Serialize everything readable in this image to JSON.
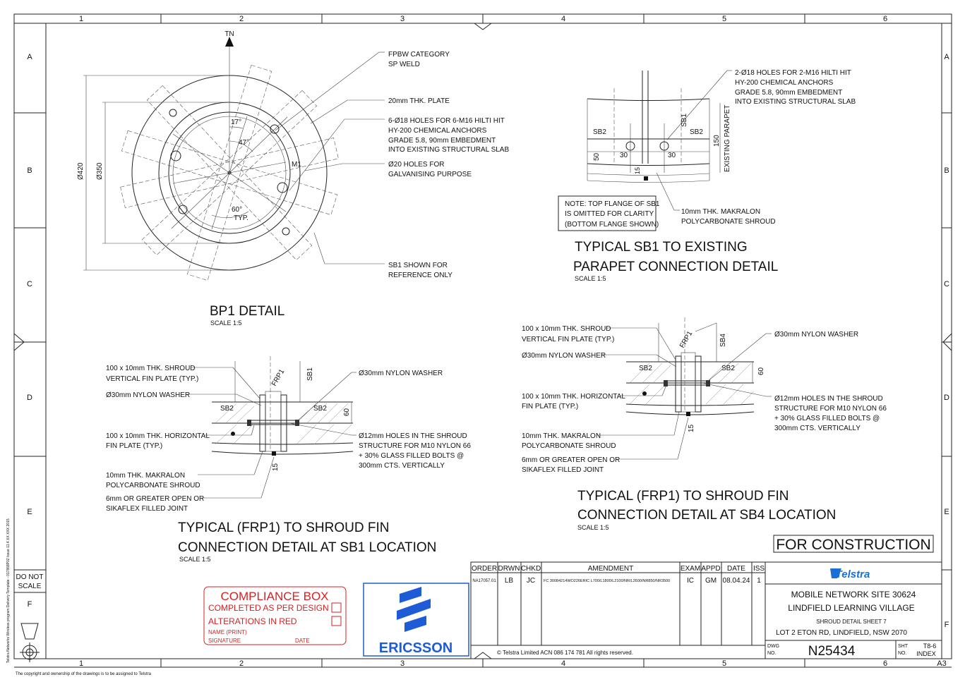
{
  "border": {
    "col_numbers": [
      "1",
      "2",
      "3",
      "4",
      "5",
      "6"
    ],
    "row_letters": [
      "A",
      "B",
      "C",
      "D",
      "E",
      "F"
    ],
    "do_not_scale": [
      "DO NOT",
      "SCALE"
    ],
    "side_note": "Telstra Networks Wireless program Delivery Template - 017868P02 Issue 11.4  XX XXX 2015",
    "bottom_note": "The copyright and ownership of the drawings is to be assigned to Telstra",
    "sheet_size": "A3"
  },
  "bp1": {
    "title": "BP1 DETAIL",
    "scale": "SCALE 1:5",
    "north": "TN",
    "dim_outer": "Ø420",
    "dim_inner": "Ø350",
    "angle_17": "17°",
    "angle_47": "47°",
    "angle_60": "60°",
    "angle_typ": "TYP.",
    "m1": "M1",
    "notes": [
      [
        "FPBW CATEGORY",
        "SP WELD"
      ],
      [
        "20mm THK. PLATE"
      ],
      [
        "6-Ø18 HOLES FOR  6-M16 HILTI HIT",
        "HY-200 CHEMICAL ANCHORS",
        "GRADE 5.8, 90mm EMBEDMENT",
        "INTO EXISTING STRUCTURAL SLAB"
      ],
      [
        "Ø20 HOLES FOR",
        "GALVANISING PURPOSE"
      ],
      [
        "SB1 SHOWN FOR",
        "REFERENCE ONLY"
      ]
    ]
  },
  "sb1_parapet": {
    "title_l1": "TYPICAL SB1 TO EXISTING",
    "title_l2": "PARAPET CONNECTION DETAIL",
    "scale": "SCALE 1:5",
    "anchor_note": [
      "2-Ø18 HOLES FOR  2-M16 HILTI HIT",
      "HY-200 CHEMICAL ANCHORS",
      "GRADE 5.8, 90mm EMBEDMENT",
      "INTO EXISTING STRUCTURAL SLAB"
    ],
    "sb2_left": "SB2",
    "sb2_right": "SB2",
    "sb1": "SB1",
    "dim_50": "50",
    "dim_30a": "30",
    "dim_30b": "30",
    "dim_15": "15",
    "dim_150": "150",
    "existing_parapet": "EXISTING PARAPET",
    "note_box": [
      "NOTE: TOP FLANGE OF SB1",
      "IS OMITTED FOR CLARITY",
      "(BOTTOM FLANGE SHOWN)"
    ],
    "shroud_note": [
      "10mm THK. MAKRALON",
      "POLYCARBONATE SHROUD"
    ]
  },
  "sb1_loc": {
    "title_l1": "TYPICAL  (FRP1) TO  SHROUD FIN",
    "title_l2": "CONNECTION DETAIL AT SB1 LOCATION",
    "scale": "SCALE 1:5",
    "frp1": "FRP1",
    "sb1": "SB1",
    "sb2a": "SB2",
    "sb2b": "SB2",
    "dim_60": "60",
    "dim_15": "15",
    "left_notes": [
      [
        "100 x 10mm THK. SHROUD",
        "VERTICAL FIN PLATE (TYP.)"
      ],
      [
        "Ø30mm NYLON WASHER"
      ],
      [
        "100 x 10mm THK. HORIZONTAL",
        "FIN PLATE (TYP.)"
      ],
      [
        "10mm THK. MAKRALON",
        "POLYCARBONATE SHROUD"
      ],
      [
        "6mm OR GREATER OPEN OR",
        "SIKAFLEX FILLED JOINT"
      ]
    ],
    "right_notes": [
      [
        "Ø30mm NYLON WASHER"
      ],
      [
        "Ø12mm HOLES IN THE SHROUD",
        "STRUCTURE FOR M10 NYLON 66",
        "+ 30% GLASS FILLED BOLTS @",
        "300mm CTS. VERTICALLY"
      ]
    ]
  },
  "sb4_loc": {
    "title_l1": "TYPICAL  (FRP1) TO  SHROUD FIN",
    "title_l2": "CONNECTION DETAIL AT SB4 LOCATION",
    "scale": "SCALE 1:5",
    "frp1": "FRP1",
    "sb4": "SB4",
    "sb2a": "SB2",
    "sb2b": "SB2",
    "dim_60": "60",
    "dim_15": "15",
    "left_notes": [
      [
        "100 x 10mm THK. SHROUD",
        "VERTICAL FIN PLATE (TYP.)"
      ],
      [
        "Ø30mm NYLON WASHER"
      ],
      [
        "100 x 10mm THK. HORIZONTAL",
        "FIN PLATE (TYP.)"
      ],
      [
        "10mm THK. MAKRALON",
        "POLYCARBONATE SHROUD"
      ],
      [
        "6mm OR GREATER OPEN OR",
        "SIKAFLEX FILLED JOINT"
      ]
    ],
    "right_notes": [
      [
        "Ø30mm NYLON WASHER"
      ],
      [
        "Ø12mm HOLES IN THE SHROUD",
        "STRUCTURE FOR M10 NYLON 66",
        "+ 30% GLASS FILLED BOLTS @",
        "300mm CTS. VERTICALLY"
      ]
    ]
  },
  "status_stamp": "FOR CONSTRUCTION",
  "compliance": {
    "title": "COMPLIANCE BOX",
    "line1": "COMPLETED AS PER DESIGN",
    "line2": "ALTERATIONS IN RED",
    "name": "NAME (PRINT)",
    "signature": "SIGNATURE",
    "date": "DATE",
    "color": "#d42222"
  },
  "ericsson": {
    "name": "ERICSSON",
    "color": "#1e5bd6"
  },
  "revision_table": {
    "headers": [
      "ORDER",
      "DRWN",
      "CHKD",
      "AMENDMENT",
      "EXAM",
      "APPD",
      "DATE",
      "ISS"
    ],
    "rows": [
      [
        "NA17057.01",
        "LB",
        "JC",
        "FC 30084214WO226ERIC L700/L1800/L2100/NR/L2600/NR850/NR3500",
        "IC",
        "GM",
        "08.04.24",
        "1"
      ]
    ],
    "copyright": "© Telstra Limited   ACN 086 174 781   All rights reserved."
  },
  "title_block": {
    "logo": "Telstra",
    "logo_color": "#1a6fd6",
    "site": "MOBILE NETWORK SITE 30624",
    "site_name": "LINDFIELD LEARNING VILLAGE",
    "sheet_title": "SHROUD DETAIL SHEET 7",
    "address": "LOT 2 ETON RD, LINDFIELD, NSW 2070",
    "dwg_label": [
      "DWG",
      "NO."
    ],
    "dwg_no": "N25434",
    "sht_label": [
      "SHT",
      "NO."
    ],
    "sht_no": [
      "T8-6",
      "INDEX"
    ]
  }
}
